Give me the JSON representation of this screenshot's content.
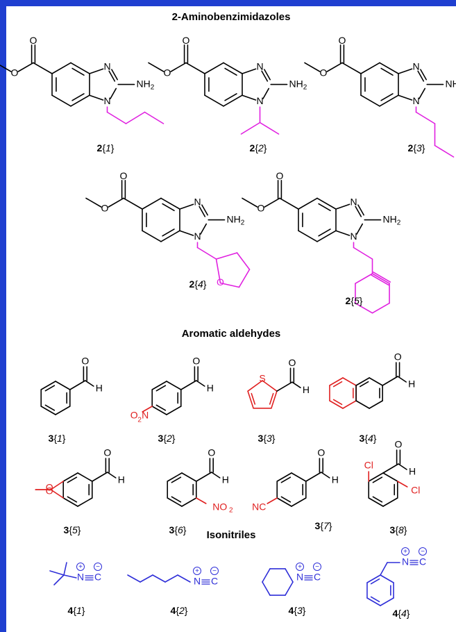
{
  "sections": {
    "benzimidazoles": "2-Aminobenzimidazoles",
    "aldehydes": "Aromatic aldehydes",
    "isonitriles": "Isonitriles"
  },
  "colors": {
    "frame": "#1f3fd0",
    "core": "#000000",
    "amine_substituent": "#e020e0",
    "aldehyde_substituent": "#e02020",
    "isonitrile": "#2f2fd8"
  },
  "atoms": {
    "N": "N",
    "NH2": "NH",
    "sub2": "2",
    "O": "O",
    "H": "H",
    "S": "S",
    "Cl": "Cl",
    "NC": "NC",
    "nitro_O2N": "O",
    "nitro_N": "N",
    "NO2": "NO",
    "iso_N": "N",
    "iso_C": "C",
    "plus": "+",
    "minus": "−"
  },
  "compounds": {
    "amines": [
      {
        "num": "2",
        "idx": "1"
      },
      {
        "num": "2",
        "idx": "2"
      },
      {
        "num": "2",
        "idx": "3"
      },
      {
        "num": "2",
        "idx": "4"
      },
      {
        "num": "2",
        "idx": "5"
      }
    ],
    "aldehydes": [
      {
        "num": "3",
        "idx": "1"
      },
      {
        "num": "3",
        "idx": "2"
      },
      {
        "num": "3",
        "idx": "3"
      },
      {
        "num": "3",
        "idx": "4"
      },
      {
        "num": "3",
        "idx": "5"
      },
      {
        "num": "3",
        "idx": "6"
      },
      {
        "num": "3",
        "idx": "7"
      },
      {
        "num": "3",
        "idx": "8"
      }
    ],
    "isonitriles": [
      {
        "num": "4",
        "idx": "1"
      },
      {
        "num": "4",
        "idx": "2"
      },
      {
        "num": "4",
        "idx": "3"
      },
      {
        "num": "4",
        "idx": "4"
      }
    ]
  }
}
